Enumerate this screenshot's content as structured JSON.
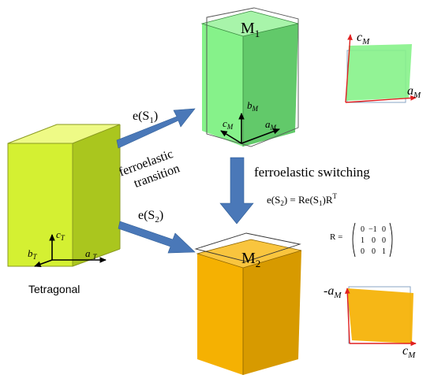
{
  "labels": {
    "tetragonal": "Tetragonal",
    "m1": "M",
    "m1_sub": "1",
    "m2": "M",
    "m2_sub": "2",
    "e_s1": "e(S",
    "e_s1_sub": "1",
    "e_s1_close": ")",
    "e_s2": "e(S",
    "e_s2_sub": "2",
    "e_s2_close": ")",
    "transition_line1": "ferroelastic",
    "transition_line2": "transition",
    "switching": "ferroelastic switching",
    "equation": {
      "lhs": "e(S",
      "lhs_sub": "2",
      "mid": ") = Re(S",
      "mid_sub": "1",
      "rhs": ")R",
      "rhs_sup": "T"
    },
    "matrix_name": "R =",
    "matrix": [
      [
        "0",
        "−1",
        "0"
      ],
      [
        "1",
        "0",
        "0"
      ],
      [
        "0",
        "0",
        "1"
      ]
    ]
  },
  "axes": {
    "tetragonal": {
      "a": "a",
      "a_sub": "T",
      "b": "b",
      "b_sub": "T",
      "c": "c",
      "c_sub": "T"
    },
    "m1": {
      "a": "a",
      "a_sub": "M",
      "b": "b",
      "b_sub": "M",
      "c": "c",
      "c_sub": "M"
    },
    "inset_top": {
      "c": "c",
      "c_sub": "M",
      "a": "a",
      "a_sub": "M"
    },
    "inset_bottom": {
      "a": "-a",
      "a_sub": "M",
      "c": "c",
      "c_sub": "M"
    }
  },
  "colors": {
    "tetragonal_front": "#d4f032",
    "tetragonal_side": "#aac61e",
    "tetragonal_top": "#eefa86",
    "m1_front": "#86f28a",
    "m1_side": "#62c96a",
    "m1_top": "#a8f4aa",
    "m2_front": "#f5b102",
    "m2_side": "#d79a00",
    "m2_top": "#f9c53e",
    "arrow": "#4a78b8",
    "inset_axis": "#e02020"
  }
}
